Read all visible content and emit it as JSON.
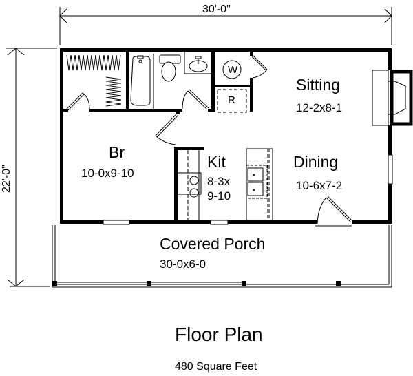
{
  "plan": {
    "title": "Floor Plan",
    "area": "480 Square Feet",
    "overall_width": "30'-0\"",
    "overall_depth": "22'-0\""
  },
  "rooms": {
    "sitting": {
      "name": "Sitting",
      "size": "12-2x8-1"
    },
    "bedroom": {
      "name": "Br",
      "size": "10-0x9-10"
    },
    "kitchen": {
      "name": "Kit",
      "size_line1": "8-3x",
      "size_line2": "9-10"
    },
    "dining": {
      "name": "Dining",
      "size": "10-6x7-2"
    },
    "porch": {
      "name": "Covered Porch",
      "size": "30-0x6-0"
    }
  },
  "fixtures": {
    "washer": "W",
    "refrigerator": "R"
  },
  "colors": {
    "wall": "#000000",
    "background": "#ffffff",
    "fixture_line": "#000000"
  }
}
